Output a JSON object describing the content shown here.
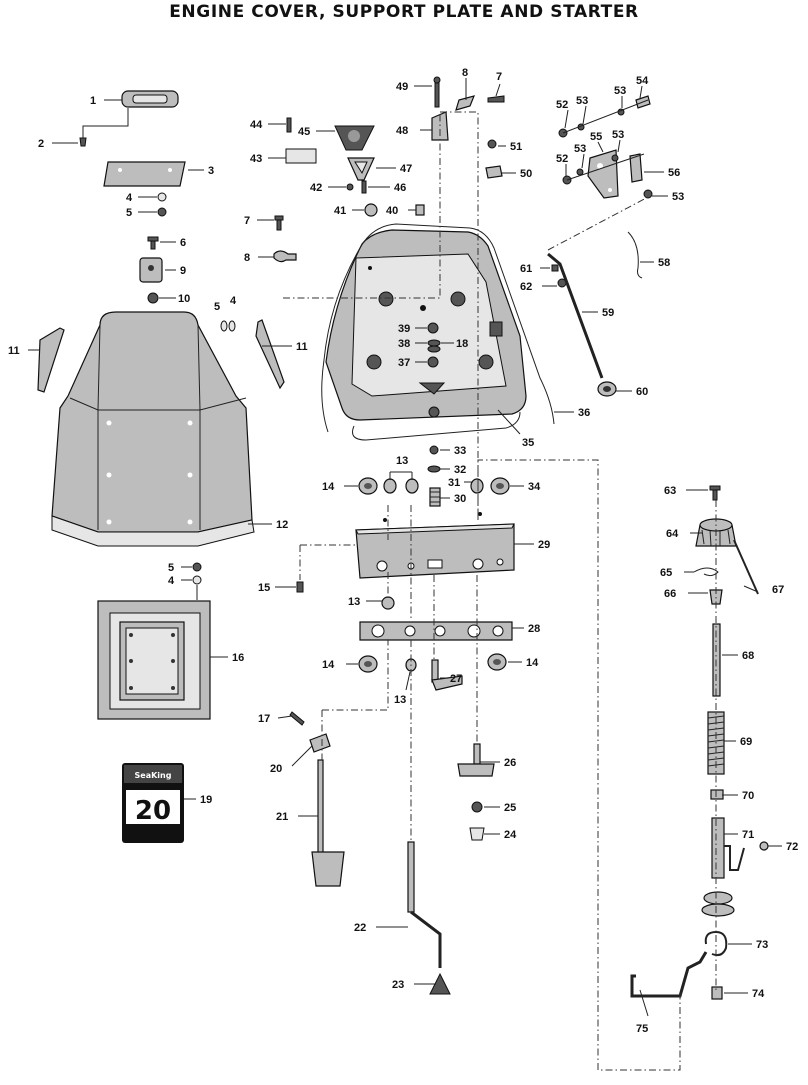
{
  "title": "ENGINE COVER, SUPPORT PLATE AND STARTER",
  "decal": {
    "brand": "SeaKing",
    "number": "20"
  },
  "labels": [
    {
      "id": "l1",
      "text": "1"
    },
    {
      "id": "l2",
      "text": "2"
    },
    {
      "id": "l3",
      "text": "3"
    },
    {
      "id": "l4a",
      "text": "4"
    },
    {
      "id": "l5a",
      "text": "5"
    },
    {
      "id": "l6",
      "text": "6"
    },
    {
      "id": "l9",
      "text": "9"
    },
    {
      "id": "l10",
      "text": "10"
    },
    {
      "id": "l5b",
      "text": "5"
    },
    {
      "id": "l4b",
      "text": "4"
    },
    {
      "id": "l11a",
      "text": "11"
    },
    {
      "id": "l11b",
      "text": "11"
    },
    {
      "id": "l12",
      "text": "12"
    },
    {
      "id": "l5c",
      "text": "5"
    },
    {
      "id": "l4c",
      "text": "4"
    },
    {
      "id": "l16",
      "text": "16"
    },
    {
      "id": "l19",
      "text": "19"
    },
    {
      "id": "l44",
      "text": "44"
    },
    {
      "id": "l45",
      "text": "45"
    },
    {
      "id": "l43",
      "text": "43"
    },
    {
      "id": "l47",
      "text": "47"
    },
    {
      "id": "l42",
      "text": "42"
    },
    {
      "id": "l46",
      "text": "46"
    },
    {
      "id": "l41",
      "text": "41"
    },
    {
      "id": "l40",
      "text": "40"
    },
    {
      "id": "l7a",
      "text": "7"
    },
    {
      "id": "l8a",
      "text": "8"
    },
    {
      "id": "l49",
      "text": "49"
    },
    {
      "id": "l8b",
      "text": "8"
    },
    {
      "id": "l7b",
      "text": "7"
    },
    {
      "id": "l48",
      "text": "48"
    },
    {
      "id": "l51",
      "text": "51"
    },
    {
      "id": "l50",
      "text": "50"
    },
    {
      "id": "l39",
      "text": "39"
    },
    {
      "id": "l38",
      "text": "38"
    },
    {
      "id": "l18",
      "text": "18"
    },
    {
      "id": "l37",
      "text": "37"
    },
    {
      "id": "l36",
      "text": "36"
    },
    {
      "id": "l35",
      "text": "35"
    },
    {
      "id": "l52a",
      "text": "52"
    },
    {
      "id": "l53a",
      "text": "53"
    },
    {
      "id": "l53b",
      "text": "53"
    },
    {
      "id": "l54",
      "text": "54"
    },
    {
      "id": "l55",
      "text": "55"
    },
    {
      "id": "l53c",
      "text": "53"
    },
    {
      "id": "l52b",
      "text": "52"
    },
    {
      "id": "l53d",
      "text": "53"
    },
    {
      "id": "l56",
      "text": "56"
    },
    {
      "id": "l53e",
      "text": "53"
    },
    {
      "id": "l58",
      "text": "58"
    },
    {
      "id": "l61",
      "text": "61"
    },
    {
      "id": "l62",
      "text": "62"
    },
    {
      "id": "l59",
      "text": "59"
    },
    {
      "id": "l60",
      "text": "60"
    },
    {
      "id": "l33",
      "text": "33"
    },
    {
      "id": "l32",
      "text": "32"
    },
    {
      "id": "l13a",
      "text": "13"
    },
    {
      "id": "l31",
      "text": "31"
    },
    {
      "id": "l14a",
      "text": "14"
    },
    {
      "id": "l34",
      "text": "34"
    },
    {
      "id": "l30",
      "text": "30"
    },
    {
      "id": "l29",
      "text": "29"
    },
    {
      "id": "l15",
      "text": "15"
    },
    {
      "id": "l13b",
      "text": "13"
    },
    {
      "id": "l28",
      "text": "28"
    },
    {
      "id": "l14b",
      "text": "14"
    },
    {
      "id": "l14c",
      "text": "14"
    },
    {
      "id": "l27",
      "text": "27"
    },
    {
      "id": "l13c",
      "text": "13"
    },
    {
      "id": "l17",
      "text": "17"
    },
    {
      "id": "l20",
      "text": "20"
    },
    {
      "id": "l26",
      "text": "26"
    },
    {
      "id": "l25",
      "text": "25"
    },
    {
      "id": "l24",
      "text": "24"
    },
    {
      "id": "l21",
      "text": "21"
    },
    {
      "id": "l22",
      "text": "22"
    },
    {
      "id": "l23",
      "text": "23"
    },
    {
      "id": "l63",
      "text": "63"
    },
    {
      "id": "l64",
      "text": "64"
    },
    {
      "id": "l65",
      "text": "65"
    },
    {
      "id": "l66",
      "text": "66"
    },
    {
      "id": "l67",
      "text": "67"
    },
    {
      "id": "l68",
      "text": "68"
    },
    {
      "id": "l69",
      "text": "69"
    },
    {
      "id": "l70",
      "text": "70"
    },
    {
      "id": "l71",
      "text": "71"
    },
    {
      "id": "l72",
      "text": "72"
    },
    {
      "id": "l73",
      "text": "73"
    },
    {
      "id": "l74",
      "text": "74"
    },
    {
      "id": "l75",
      "text": "75"
    }
  ]
}
